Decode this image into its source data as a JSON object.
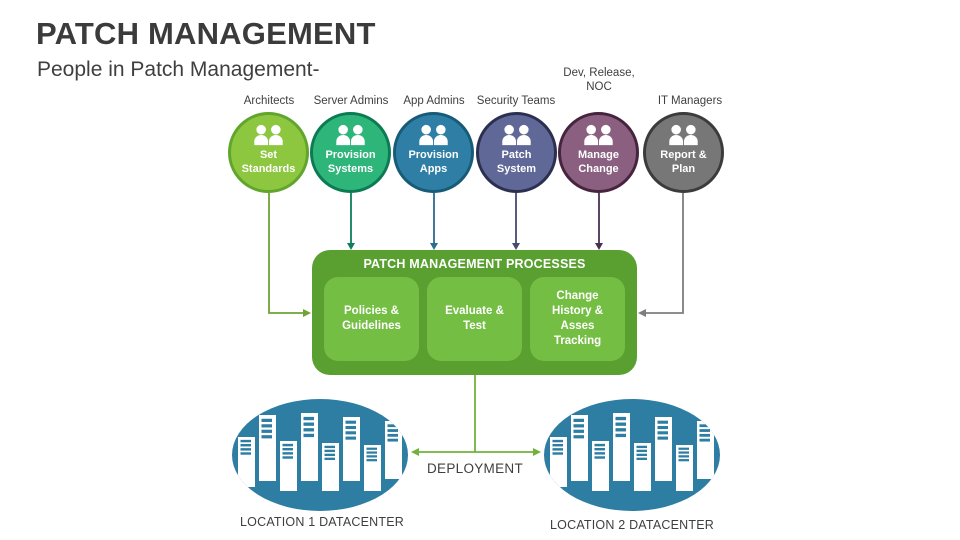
{
  "slide": {
    "title": "PATCH MANAGEMENT",
    "subtitle": "People in Patch Management-"
  },
  "roles": [
    {
      "group": "Architects",
      "action": "Set Standards",
      "fill": "#8dc63f",
      "border": "#61a52d",
      "arrow_color": "#6fa334"
    },
    {
      "group": "Server Admins",
      "action": "Provision Systems",
      "fill": "#2eb579",
      "border": "#0c7a52",
      "arrow_color": "#0e7e5b"
    },
    {
      "group": "App Admins",
      "action": "Provision Apps",
      "fill": "#2e7ea6",
      "border": "#175b76",
      "arrow_color": "#2a6e8f"
    },
    {
      "group": "Security Teams",
      "action": "Patch System",
      "fill": "#5f6896",
      "border": "#2c3050",
      "arrow_color": "#454b6e"
    },
    {
      "group": "Dev, Release, NOC",
      "action": "Manage Change",
      "fill": "#8a5f80",
      "border": "#46243e",
      "arrow_color": "#4a2f50"
    },
    {
      "group": "IT Managers",
      "action": "Report & Plan",
      "fill": "#777777",
      "border": "#3b3b3b",
      "arrow_color": "#7e7e7e"
    }
  ],
  "process_box": {
    "title": "PATCH MANAGEMENT PROCESSES",
    "bg": "#59a031",
    "item_bg": "#74be44",
    "items": [
      "Policies & Guidelines",
      "Evaluate & Test",
      "Change History & Asses Tracking"
    ]
  },
  "deployment": {
    "label": "DEPLOYMENT",
    "arrow_color": "#72b23c"
  },
  "datacenters": {
    "fill": "#2e7ea4",
    "labels": [
      "LOCATION 1 DATACENTER",
      "LOCATION 2 DATACENTER"
    ]
  },
  "icons": {
    "role_icon": "people-group-icon",
    "datacenter_icon": "server-towers-icon"
  }
}
